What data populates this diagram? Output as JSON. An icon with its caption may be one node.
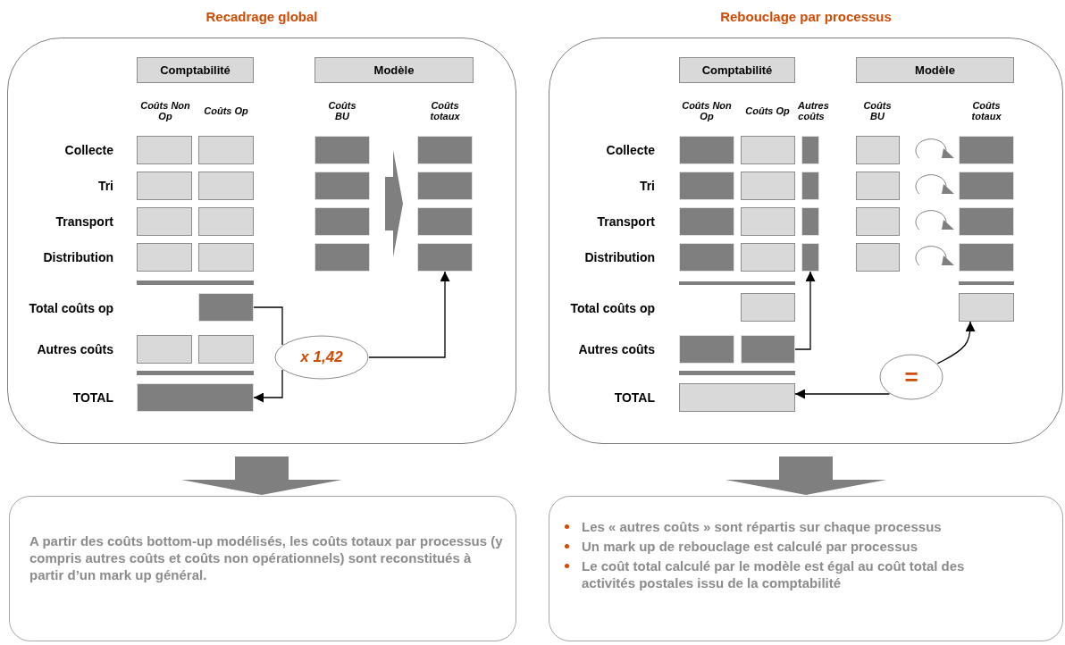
{
  "diagram": {
    "nodes": [
      {
        "text": [
          "Recadrage global"
        ]
      },
      {
        "text": [
          "Comptabilité"
        ],
        "in": 0
      },
      {
        "text": [
          "Modèle"
        ],
        "in": 0
      },
      {
        "text": [],
        "shape": "box",
        "in": 0
      },
      {
        "text": [],
        "shape": "box",
        "in": 0
      },
      {
        "text": [],
        "shape": "box",
        "in": 0
      },
      {
        "text": [
          "x 1,42"
        ],
        "in": 0
      },
      {
        "text": [
          "Rebouclage par processus"
        ]
      },
      {
        "text": [
          "Comptabilité"
        ],
        "in": 7
      },
      {
        "text": [
          "Modèle"
        ],
        "in": 7
      },
      {
        "text": [],
        "shape": "box",
        "in": 7
      },
      {
        "text": [],
        "shape": "box",
        "in": 7
      },
      {
        "text": [],
        "shape": "box",
        "in": 7
      },
      {
        "text": [],
        "shape": "box",
        "in": 7
      },
      {
        "text": [
          "="
        ],
        "in": 7
      },
      {
        "text": [
          "A partir des coûts bottom-up modélisés, les coûts totaux par processus (y compris autres coûts et coûts non opérationnels) sont reconstitués à partir d’un mark up général."
        ]
      },
      {
        "text": [
          "Les « autres coûts » sont répartis sur chaque processus",
          "Un mark up de rebouclage est calculé par processus",
          "Le coût total calculé par le modèle est égal au coût total des activités postales issu de la comptabilité"
        ]
      }
    ],
    "edges": [
      {
        "from": 3,
        "to": 6,
        "arrow": "none"
      },
      {
        "from": 6,
        "to": 4,
        "arrow": "to"
      },
      {
        "from": 6,
        "to": 5,
        "arrow": "to"
      },
      {
        "from": 10,
        "to": 11,
        "arrow": "to"
      },
      {
        "from": 14,
        "to": 12,
        "arrow": "to"
      },
      {
        "from": 14,
        "to": 13,
        "arrow": "to"
      },
      {
        "from": 0,
        "to": 15,
        "arrow": "to",
        "style": "thick",
        "color": "#7f7f7f"
      },
      {
        "from": 7,
        "to": 16,
        "arrow": "to",
        "style": "thick",
        "color": "#7f7f7f"
      }
    ],
    "labels": [
      "Coûts Non Op",
      "Coûts Op",
      "Coûts BU",
      "Coûts totaux",
      "Collecte",
      "Tri",
      "Transport",
      "Distribution",
      "Total coûts op",
      "Autres coûts",
      "TOTAL",
      "Coûts Non Op",
      "Coûts Op",
      "Autres coûts",
      "Coûts BU",
      "Coûts totaux",
      "Collecte",
      "Tri",
      "Transport",
      "Distribution",
      "Total coûts op",
      "Autres coûts",
      "TOTAL"
    ]
  }
}
